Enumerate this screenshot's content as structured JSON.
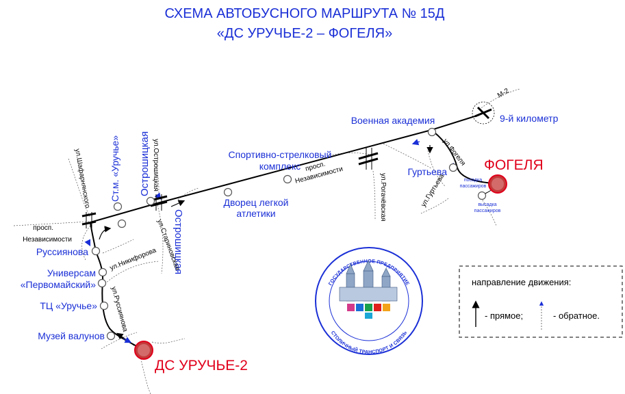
{
  "header": {
    "title_line1": "СХЕМА АВТОБУСНОГО МАРШРУТА № 15Д",
    "title_line2": "«ДС УРУЧЬЕ-2 – ФОГЕЛЯ»"
  },
  "terminals": {
    "start": "ДС УРУЧЬЕ-2",
    "end": "ФОГЕЛЯ"
  },
  "stops": {
    "muzey": "Музей валунов",
    "tc_line1": "ТЦ «Уручье»",
    "univ_line1": "Универсам",
    "univ_line2": "«Первомайский»",
    "russ": "Руссиянова",
    "stm": "Ст.м. «Уручье»",
    "ostro_top": "Острошицкая",
    "ostro_bottom": "Острошицкая",
    "dvorets_line1": "Дворец легкой",
    "dvorets_line2": "атлетики",
    "sport_line1": "Спортивно-стрелковый",
    "sport_line2": "комплекс",
    "voen": "Военная академия",
    "km9": "9-й километр",
    "gurt": "Гуртьева"
  },
  "streets": {
    "shafar": "ул.Шафарнянского",
    "prosp_left_1": "просп.",
    "prosp_left_2": "Независимости",
    "prosp_mid_1": "просп.",
    "prosp_mid_2": "Независимости",
    "ostro_street": "ул.Острошицкая",
    "starinov": "ул.Стариновская",
    "nikif": "ул.Никифорова",
    "russ_street": "ул.Руссиянова",
    "rogach": "ул.Рогачёвская",
    "fogel": "ул.Фогеля",
    "gurt_street": "ул.Гуртьева",
    "m2": "М-2"
  },
  "notes": {
    "posadka_1": "посадка",
    "posadka_2": "пассажиров",
    "vysadka_1": "высадка",
    "vysadka_2": "пассажиров"
  },
  "legend": {
    "title": "направление движения:",
    "forward": "- прямое;",
    "reverse": "- обратное."
  },
  "logo": {
    "top_text": "ГОСУДАРСТВЕННОЕ ПРЕДПРИЯТИЕ",
    "bottom_text": "СТОЛИЧНЫЙ ТРАНСПОРТ И СВЯЗЬ"
  },
  "colors": {
    "accent": "#1a2fd6",
    "terminal": "#e0001b",
    "terminal_fill": "#c43a3a",
    "route": "#000000"
  }
}
